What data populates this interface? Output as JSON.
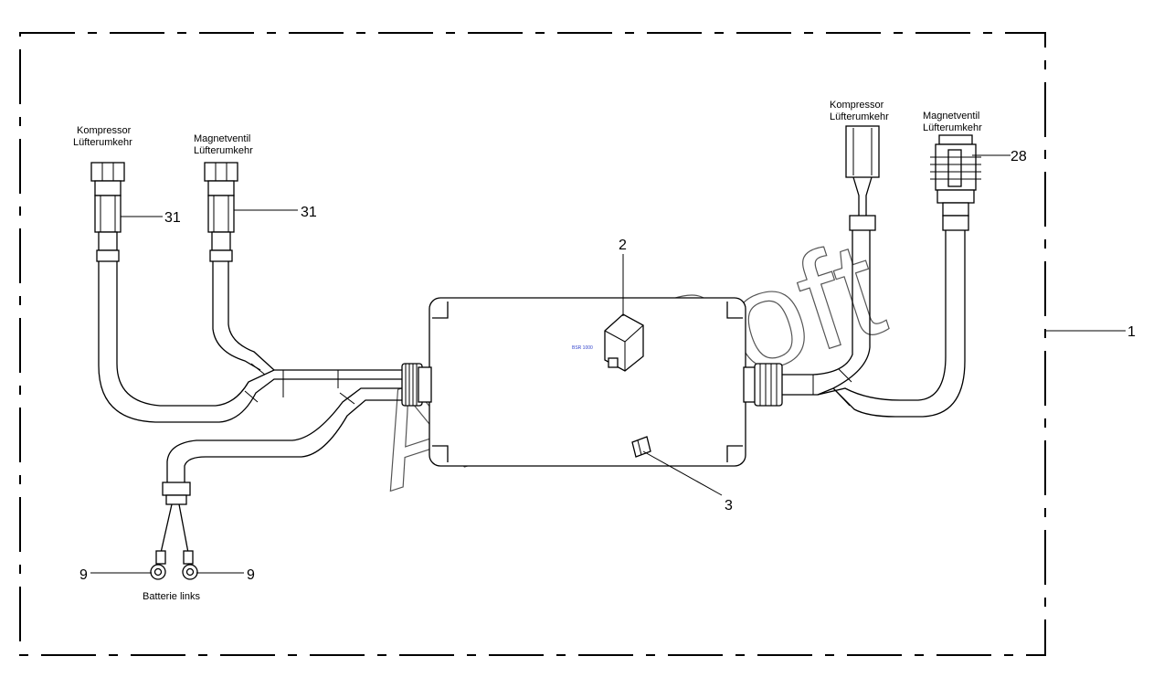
{
  "labels": {
    "left_compressor": [
      "Kompressor",
      "Lüfterumkehr"
    ],
    "left_solenoid": [
      "Magnetventil",
      "Lüfterumkehr"
    ],
    "right_compressor": [
      "Kompressor",
      "Lüfterumkehr"
    ],
    "right_solenoid": [
      "Magnetventil",
      "Lüfterumkehr"
    ],
    "battery": "Batterie links"
  },
  "callouts": {
    "harness": "1",
    "relay": "2",
    "fuse": "3",
    "ring_left": "9",
    "ring_right": "9",
    "left_conn_a": "31",
    "left_conn_b": "31",
    "right_conn": "28"
  },
  "watermark": "AutoSoft",
  "relay_marking": "BSR 1000"
}
